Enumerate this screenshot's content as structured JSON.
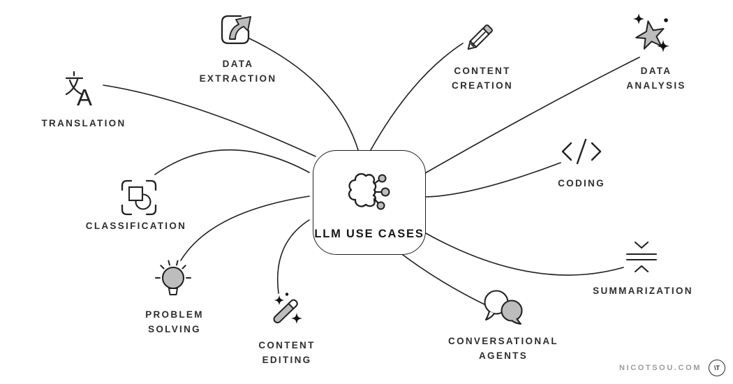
{
  "center": {
    "label": "LLM USE CASES",
    "icon": "brain-circuit-icon"
  },
  "nodes": [
    {
      "id": "translation",
      "label": "TRANSLATION",
      "icon": "translation-icon"
    },
    {
      "id": "data-extraction",
      "label": "DATA EXTRACTION",
      "icon": "export-arrow-icon"
    },
    {
      "id": "content-creation",
      "label": "CONTENT CREATION",
      "icon": "pencil-icon"
    },
    {
      "id": "data-analysis",
      "label": "DATA ANALYSIS",
      "icon": "star-sparkles-icon"
    },
    {
      "id": "coding",
      "label": "CODING",
      "icon": "code-brackets-icon"
    },
    {
      "id": "summarization",
      "label": "SUMMARIZATION",
      "icon": "compress-lines-icon"
    },
    {
      "id": "conversational-agents",
      "label": "CONVERSATIONAL AGENTS",
      "icon": "chat-bubbles-icon"
    },
    {
      "id": "content-editing",
      "label": "CONTENT EDITING",
      "icon": "magic-wand-icon"
    },
    {
      "id": "problem-solving",
      "label": "PROBLEM SOLVING",
      "icon": "lightbulb-icon"
    },
    {
      "id": "classification",
      "label": "CLASSIFICATION",
      "icon": "classify-shapes-icon"
    }
  ],
  "footer": {
    "site": "NICOTSOU.COM",
    "logo": "\\T"
  },
  "colors": {
    "line": "#1e1e1e",
    "text": "#2e2e2e",
    "gray_fill": "#bdbdbd",
    "watermark": "#9b9b9b",
    "background": "#ffffff"
  }
}
